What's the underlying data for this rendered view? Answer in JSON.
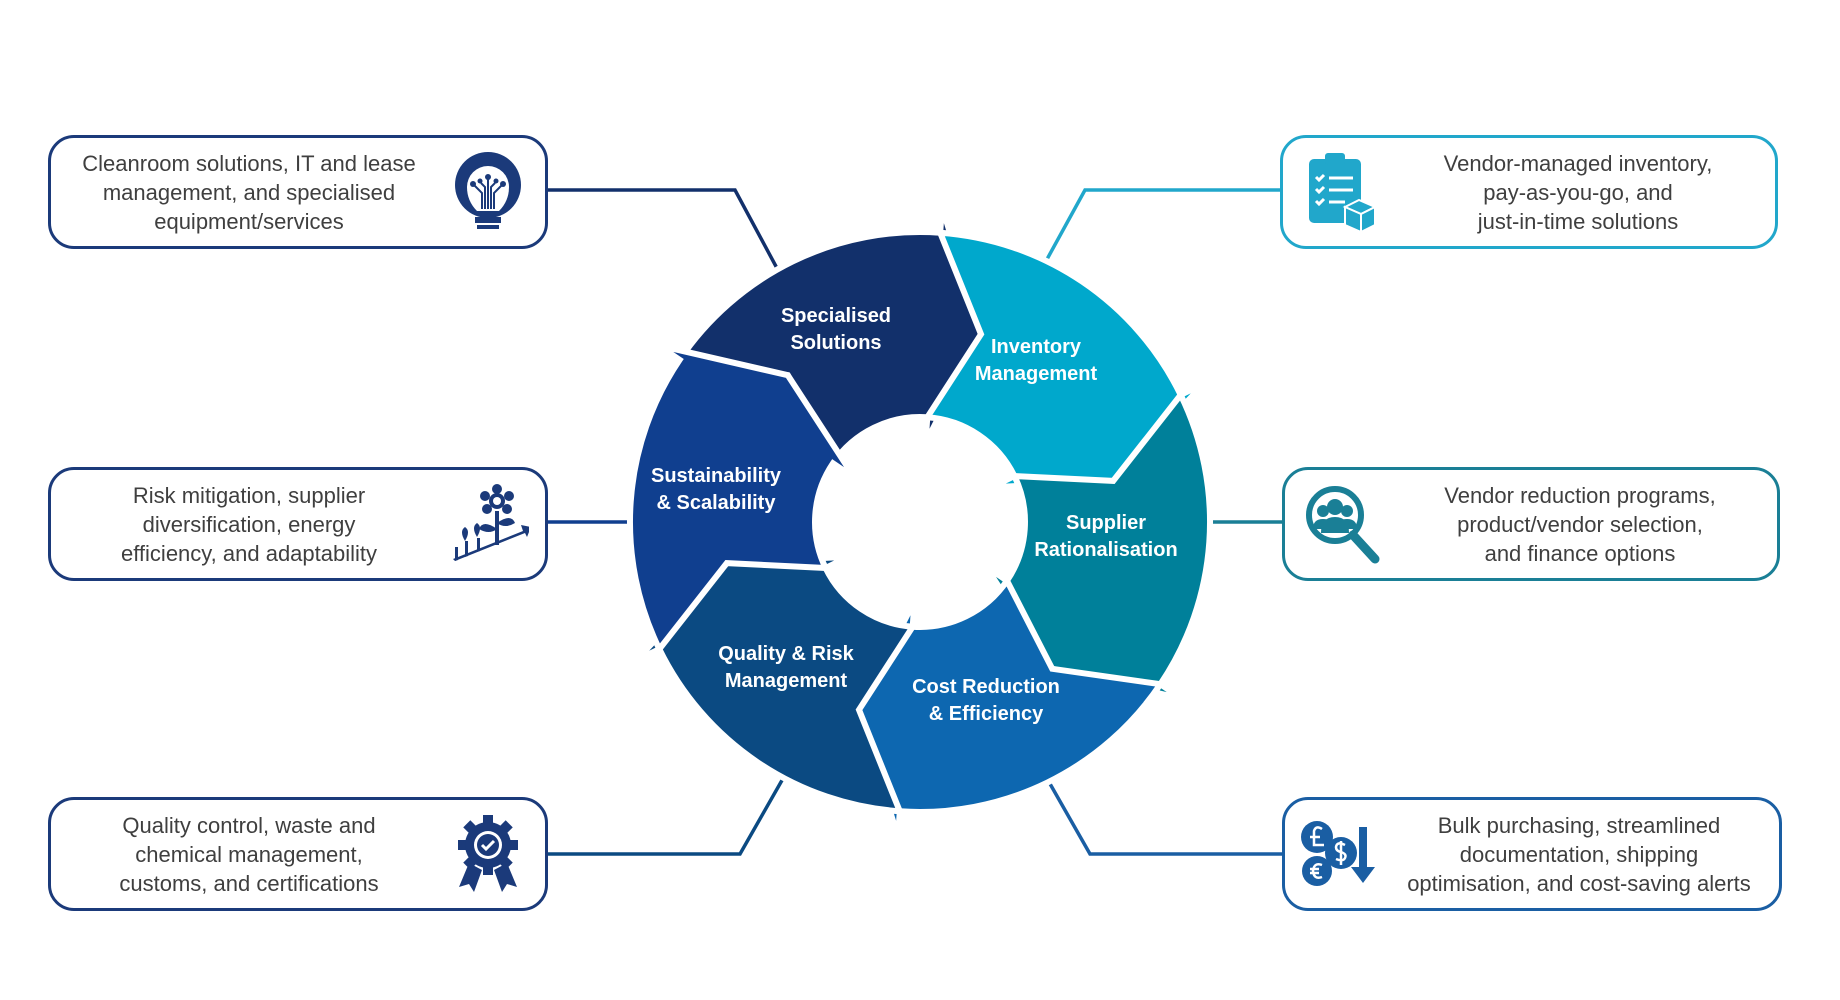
{
  "colors": {
    "specialised": "#12306b",
    "inventory": "#00a8cc",
    "supplier": "#00809a",
    "cost": "#0d67b0",
    "quality": "#0b4a82",
    "sustainability": "#103f8f",
    "box_border_left": "#1b3a7a",
    "box_border_right_top": "#21a7cb",
    "box_border_right_mid": "#1a7f96",
    "box_border_right_bottom": "#1a5ea3",
    "text": "#3f3f3f"
  },
  "cycle": {
    "segments": [
      {
        "key": "specialised",
        "lines": [
          "Specialised",
          "Solutions"
        ]
      },
      {
        "key": "inventory",
        "lines": [
          "Inventory",
          "Management"
        ]
      },
      {
        "key": "supplier",
        "lines": [
          "Supplier",
          "Rationalisation"
        ]
      },
      {
        "key": "cost",
        "lines": [
          "Cost Reduction",
          "& Efficiency"
        ]
      },
      {
        "key": "quality",
        "lines": [
          "Quality & Risk",
          "Management"
        ]
      },
      {
        "key": "sustainability",
        "lines": [
          "Sustainability",
          "& Scalability"
        ]
      }
    ]
  },
  "boxes": {
    "top_left": {
      "lines": [
        "Cleanroom solutions, IT and lease",
        "management, and specialised",
        "equipment/services"
      ],
      "icon": "lightbulb-circuit-icon"
    },
    "middle_left": {
      "lines": [
        "Risk mitigation, supplier",
        "diversification, energy",
        "efficiency, and adaptability"
      ],
      "icon": "growing-plant-icon"
    },
    "bottom_left": {
      "lines": [
        "Quality control, waste and",
        "chemical management,",
        "customs, and certifications"
      ],
      "icon": "certified-gear-ribbon-icon"
    },
    "top_right": {
      "lines": [
        "Vendor-managed inventory,",
        "pay-as-you-go, and",
        "just-in-time solutions"
      ],
      "icon": "clipboard-box-icon"
    },
    "middle_right": {
      "lines": [
        "Vendor reduction programs,",
        "product/vendor selection,",
        "and finance options"
      ],
      "icon": "people-search-icon"
    },
    "bottom_right": {
      "lines": [
        "Bulk purchasing, streamlined",
        "documentation, shipping",
        "optimisation, and cost-saving alerts"
      ],
      "icon": "currency-down-icon"
    }
  }
}
